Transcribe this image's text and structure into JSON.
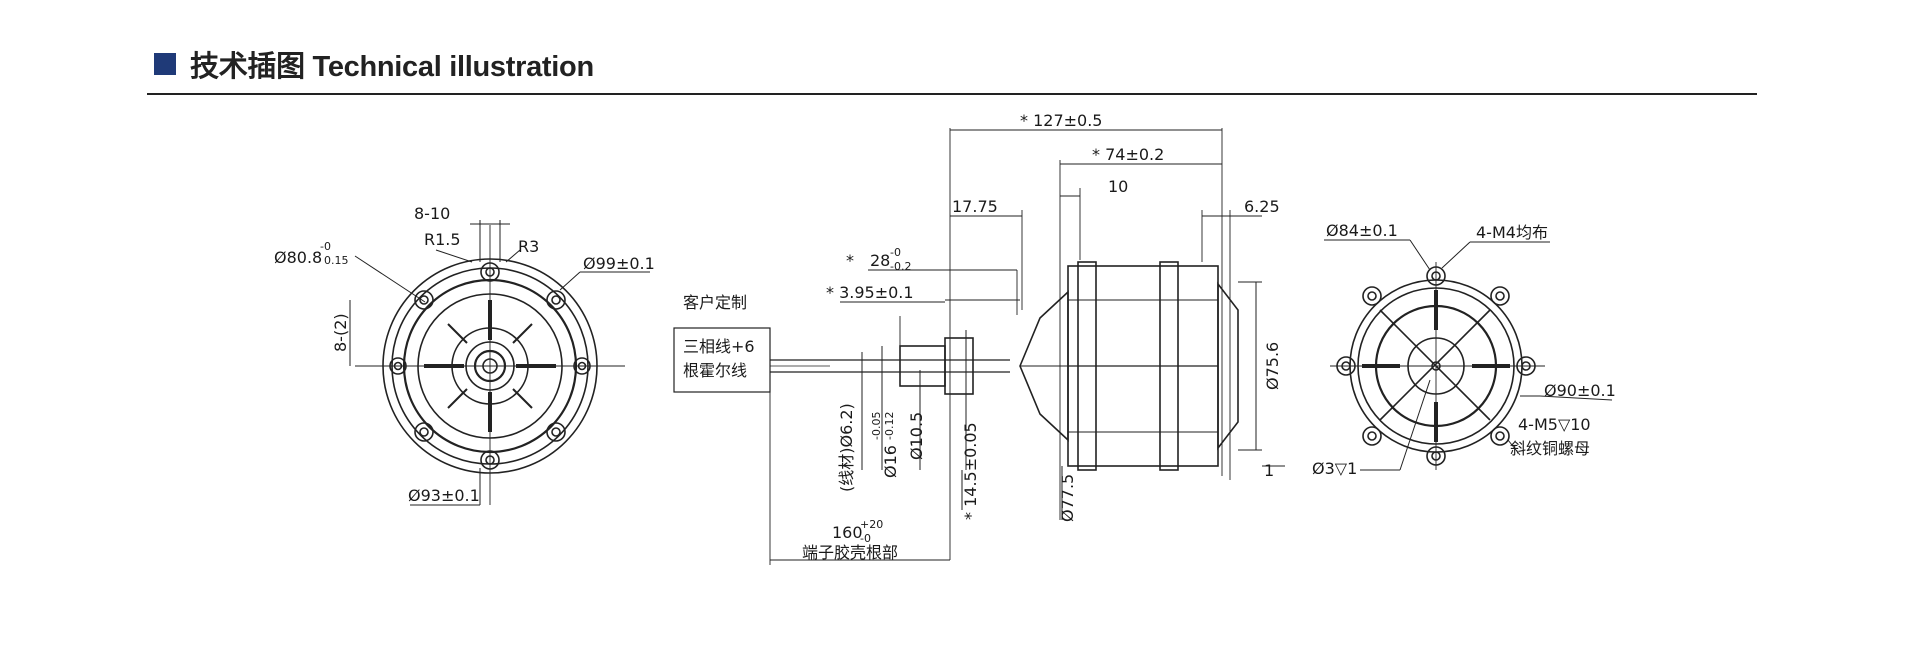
{
  "header": {
    "title": "技术插图 Technical illustration"
  },
  "colors": {
    "accent": "#1f3a78",
    "line": "#222222"
  },
  "front_view": {
    "d_80_8": "Ø80.8",
    "d_80_8_tol_top": "-0",
    "d_80_8_tol_bot": "0.15",
    "d_99": "Ø99±0.1",
    "d_93": "Ø93±0.1",
    "slot": "8-10",
    "r15": "R1.5",
    "r3": "R3",
    "side": "8-(2)"
  },
  "side_view": {
    "dim_127": "* 127±0.5",
    "dim_74": "* 74±0.2",
    "dim_10": "10",
    "dim_1775": "17.75",
    "dim_625": "6.25",
    "dim_28": "28",
    "dim_28_tol_top": "-0",
    "dim_28_tol_bot": "-0.2",
    "star": "*",
    "dim_395": "* 3.95±0.1",
    "cable_note_title": "客户定制",
    "cable_note_line1": "三相线+6",
    "cable_note_line2": "根霍尔线",
    "dim_wire": "(线材)Ø6.2)",
    "dim_d16": "Ø16",
    "dim_d16_tol_top": "-0.05",
    "dim_d16_tol_bot": "-0.12",
    "dim_d105": "Ø10.5",
    "dim_145": "* 14.5±0.05",
    "dim_775": "Ø77.5",
    "dim_756": "Ø75.6",
    "dim_1": "1",
    "dim_160": "160",
    "dim_160_tol_top": "+20",
    "dim_160_tol_bot": "-0",
    "terminal_label": "端子胶壳根部"
  },
  "back_view": {
    "d_84": "Ø84±0.1",
    "m4": "4-M4均布",
    "d_90": "Ø90±0.1",
    "m5": "4-M5▽10",
    "nut": "斜纹铜螺母",
    "d3": "Ø3▽1"
  }
}
